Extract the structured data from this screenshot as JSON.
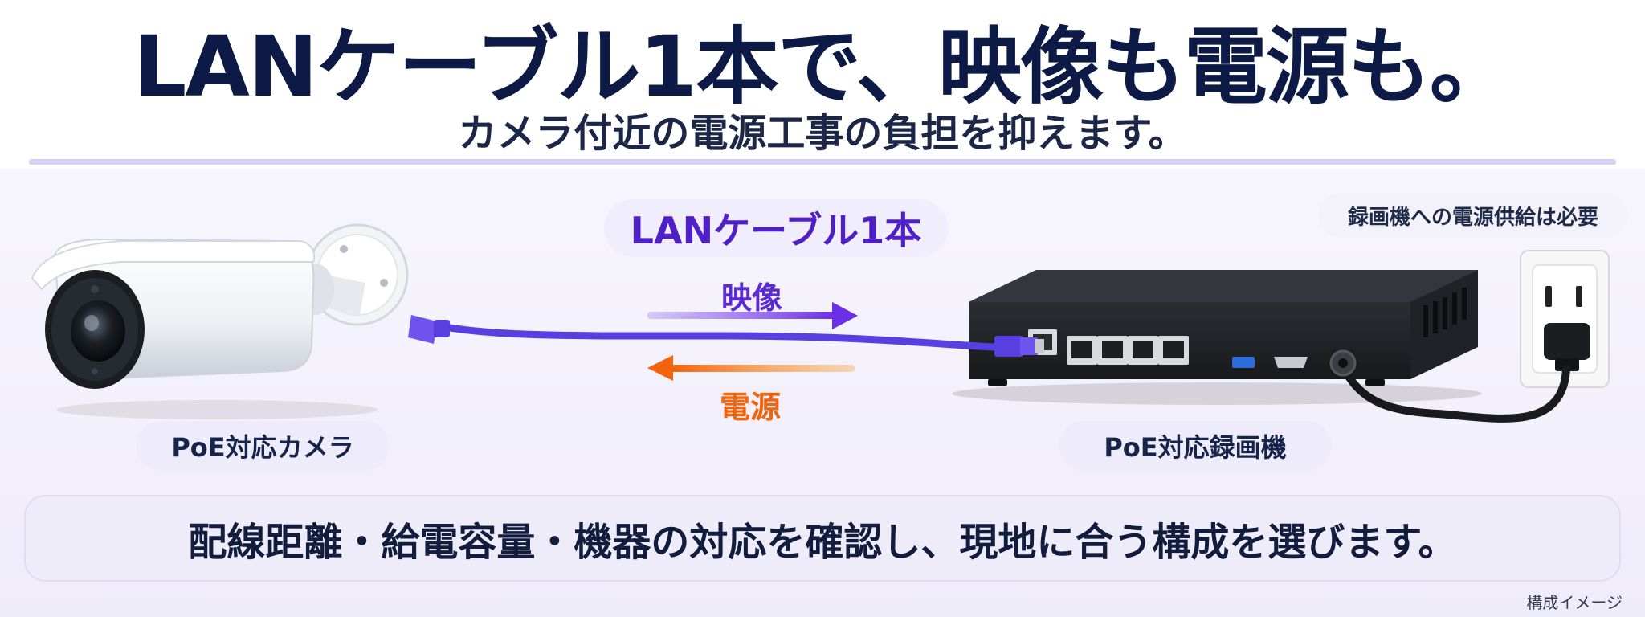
{
  "headline": "LANケーブル1本で、映像も電源も。",
  "subheadline": "カメラ付近の電源工事の負担を抑えます。",
  "cable_label": "LANケーブル1本",
  "flows": {
    "video": "映像",
    "power": "電源"
  },
  "devices": {
    "camera_label": "PoE対応カメラ",
    "recorder_label": "PoE対応録画機"
  },
  "recorder_power_note": "録画機への電源供給は必要",
  "bottom_message": "配線距離・給電容量・機器の対応を確認し、現地に合う構成を選びます。",
  "image_caption": "構成イメージ",
  "colors": {
    "headline": "#0c1a45",
    "accent_purple": "#5b2ad6",
    "cable": "#5a3fe0",
    "power_orange": "#f2630b",
    "panel_bg": "#efecfa",
    "divider": "#d8cff5"
  }
}
